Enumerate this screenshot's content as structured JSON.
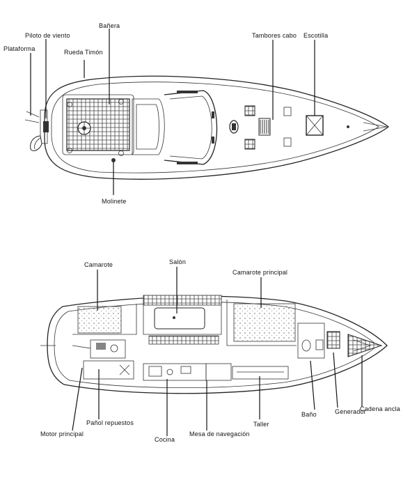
{
  "deck_plan": {
    "labels": {
      "banera": "Bañera",
      "piloto_viento": "Piloto de viento",
      "plataforma": "Plataforma",
      "rueda_timon": "Rueda Timón",
      "tambores_cabo": "Tambores cabo",
      "escotilla": "Escotilla",
      "molinete": "Molinete"
    }
  },
  "interior_plan": {
    "labels": {
      "camarote": "Camarote",
      "salon": "Salón",
      "camarote_principal": "Camarote principal",
      "motor_principal": "Motor principal",
      "panol_repuestos": "Pañol repuestos",
      "cocina": "Cocina",
      "mesa_navegacion": "Mesa de navegación",
      "taller": "Taller",
      "bano": "Baño",
      "generador": "Generador",
      "cadena_ancla": "Cadena ancla"
    }
  }
}
